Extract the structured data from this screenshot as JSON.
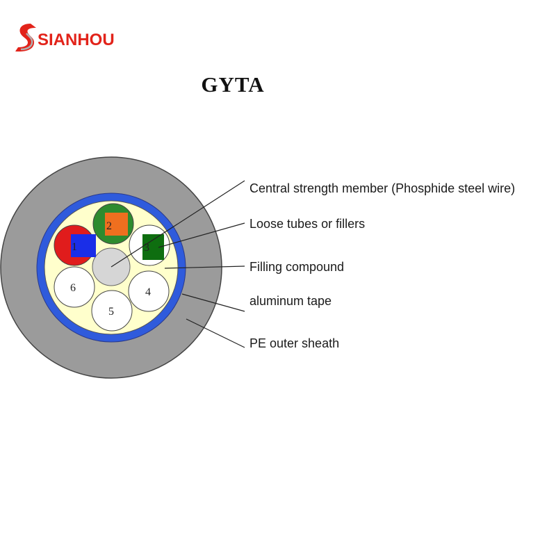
{
  "logo": {
    "brand": "SIANHOU"
  },
  "title": "GYTA",
  "colors": {
    "brand_red": "#e2231a",
    "sheath": "#9b9b9b",
    "tape": "#2f5bdc",
    "compound": "#ffffcc",
    "central_member": "#d6d6d6",
    "tube_1": "#e01c1c",
    "tube_2": "#2e8b2e",
    "tube_filler": "#ffffff",
    "fiber_blue": "#1a2ee8",
    "fiber_orange": "#ef6f1f",
    "fiber_green": "#0e6e10"
  },
  "tubes": [
    {
      "label": "1"
    },
    {
      "label": "2"
    },
    {
      "label": "3"
    },
    {
      "label": "4"
    },
    {
      "label": "5"
    },
    {
      "label": "6"
    }
  ],
  "callouts": [
    {
      "text": "Central strength member (Phosphide steel wire)"
    },
    {
      "text": "Loose tubes or fillers"
    },
    {
      "text": "Filling compound"
    },
    {
      "text": "aluminum tape"
    },
    {
      "text": "PE outer sheath"
    }
  ]
}
